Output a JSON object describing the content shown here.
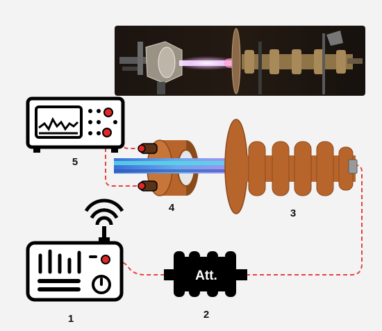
{
  "labels": {
    "signal_generator": "1",
    "attenuator": "2",
    "resonator": "3",
    "coupler": "4",
    "oscilloscope": "5"
  },
  "attenuator_text": "Att.",
  "colors": {
    "background": "#f3f3f3",
    "cable": "#e84040",
    "copper": "#b8652c",
    "copper_dark": "#8a4a1c",
    "icon": "#000000",
    "port": "#e02828",
    "tube_blue": "#3a6fd8",
    "tube_cyan": "#58d6e8",
    "tube_violet": "#b48cf0"
  },
  "icons": {
    "signal_generator": "radio-transmitter-icon",
    "attenuator": "attenuator-icon",
    "oscilloscope": "oscilloscope-icon",
    "photo": "plasma-experiment-photo"
  }
}
